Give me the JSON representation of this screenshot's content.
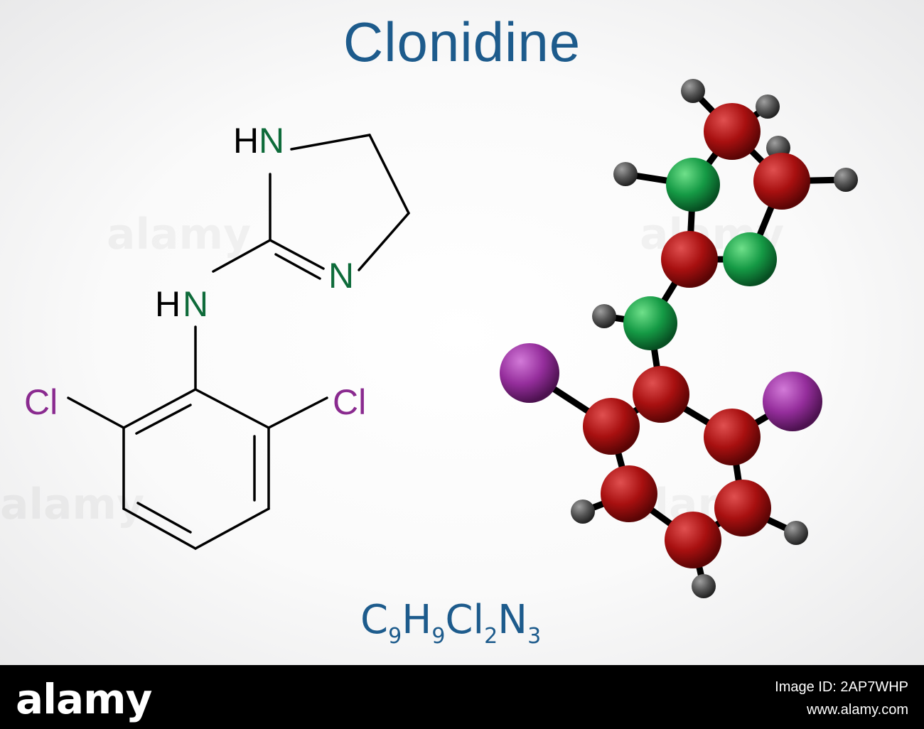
{
  "title": "Clonidine",
  "formula": {
    "elements": [
      {
        "symbol": "C",
        "count": "9"
      },
      {
        "symbol": "H",
        "count": "9"
      },
      {
        "symbol": "Cl",
        "count": "2"
      },
      {
        "symbol": "N",
        "count": "3"
      }
    ]
  },
  "structure_labels": {
    "hn_top": "N",
    "hn_top_h": "H",
    "n_ring": "N",
    "hn_link": "N",
    "hn_link_h": "H",
    "cl_left": "Cl",
    "cl_right": "Cl"
  },
  "colors": {
    "title": "#1d5b8c",
    "nitrogen": "#0e6b3a",
    "chlorine": "#8a2a8f",
    "bond": "#000000",
    "carbon_ball": "#b01818",
    "nitrogen_ball": "#1a9a48",
    "chlorine_ball": "#9a30a0",
    "hydrogen_ball": "#555555"
  },
  "watermark": "alamy",
  "footer": {
    "logo": "alamy",
    "image_id": "Image ID: 2AP7WHP",
    "url": "www.alamy.com"
  }
}
